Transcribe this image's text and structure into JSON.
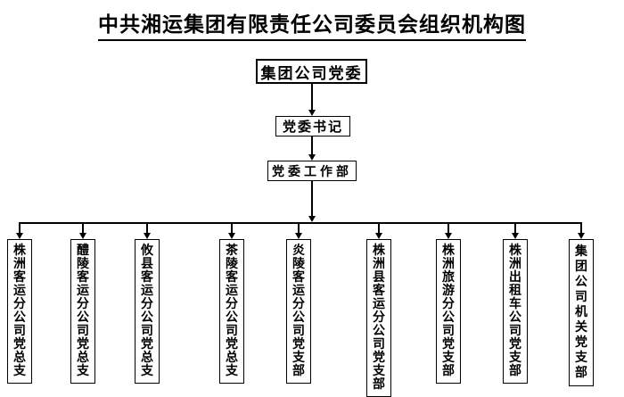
{
  "title": "中共湘运集团有限责任公司委员会组织机构图",
  "root": {
    "label": "集团公司党委"
  },
  "secretary": {
    "label": "党委书记"
  },
  "work_dept": {
    "label": "党委工作部"
  },
  "branches": [
    {
      "label": "株洲客运分公司党总支"
    },
    {
      "label": "醴陵客运分公司党总支"
    },
    {
      "label": "攸县客运分公司党总支"
    },
    {
      "label": "茶陵客运分公司党总支"
    },
    {
      "label": "炎陵客运分公司党支部"
    },
    {
      "label": "株洲县客运分公司党支部"
    },
    {
      "label": "株洲旅游分公司党支部"
    },
    {
      "label": "株洲出租车公司党支部"
    },
    {
      "label": "集团公司机关党支部"
    }
  ],
  "colors": {
    "line": "#000000",
    "background": "#ffffff",
    "text": "#000000"
  }
}
